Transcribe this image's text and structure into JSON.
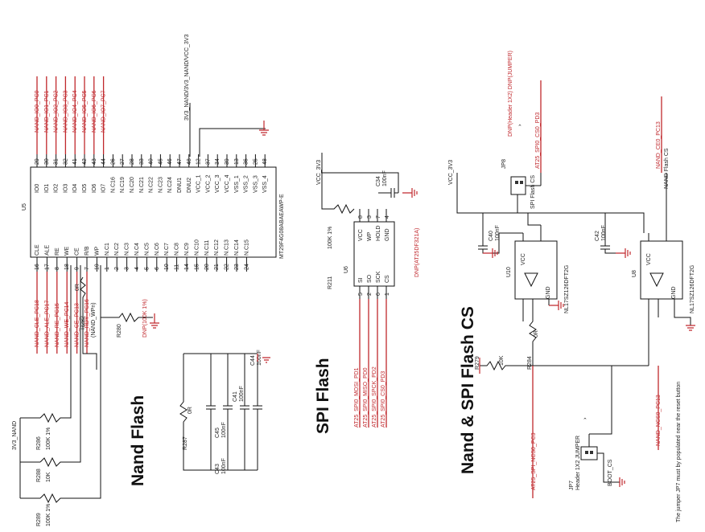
{
  "titles": {
    "nand": "Nand Flash",
    "spi": "SPI Flash",
    "cs": "Nand & SPI Flash CS"
  },
  "u5": {
    "ref": "U5",
    "part": "MT29F4G08ABAEAWP-E",
    "left_pins": [
      "CLE",
      "ALE",
      "RE",
      "WE",
      "CE",
      "R/B",
      "WP",
      "N.C1",
      "N.C2",
      "N.C3",
      "N.C4",
      "N.C5",
      "N.C6",
      "N.C7",
      "N.C8",
      "N.C9",
      "N.C10",
      "N.C11",
      "N.C12",
      "N.C13",
      "N.C14",
      "N.C15"
    ],
    "left_nums": [
      "16",
      "17",
      "8",
      "18",
      "9",
      "7",
      "19",
      "1",
      "2",
      "3",
      "4",
      "5",
      "6",
      "10",
      "11",
      "14",
      "15",
      "20",
      "21",
      "22",
      "23",
      "24"
    ],
    "right_pins": [
      "IO0",
      "IO1",
      "IO2",
      "IO3",
      "IO4",
      "IO5",
      "IO6",
      "IO7",
      "N.C16",
      "N.C19",
      "N.C20",
      "N.C21",
      "N.C22",
      "N.C23",
      "N.C24",
      "DNU1",
      "DNU2",
      "VCC_1",
      "VCC_2",
      "VCC_3",
      "VCC_4",
      "VSS_1",
      "VSS_2",
      "VSS_3",
      "VSS_4"
    ],
    "right_nums": [
      "29",
      "30",
      "31",
      "32",
      "41",
      "42",
      "43",
      "44",
      "26",
      "27",
      "28",
      "33",
      "40",
      "45",
      "46",
      "47",
      "48",
      "12",
      "37",
      "34",
      "39",
      "13",
      "36",
      "25",
      "48"
    ],
    "nets_left": [
      "NAND_CLE_PC18",
      "NAND_ALE_PC17",
      "NAND_RE_PC15",
      "NAND_WE_PC14",
      "NAND_CE_PC13",
      "NAND_RDY_PC16"
    ],
    "nets_right": [
      "NAND_IO0_PC0",
      "NAND_IO1_PC1",
      "NAND_IO2_PC2",
      "NAND_IO3_PC3",
      "NAND_IO4_PC4",
      "NAND_IO5_PC5",
      "NAND_IO6_PC6",
      "NAND_IO7_PC7"
    ],
    "supply": "3V3_NAND/3V3_NAND/VCC_3V3"
  },
  "nand_passives": {
    "r282": "R282",
    "r282_val": "0R",
    "nand_wpn": "(NAND_WPn)",
    "r280": "R280",
    "r280_val": "DNP(100K 1%)",
    "r286": "R286",
    "r286_val": "100K 1%",
    "r288": "R288",
    "r288_val": "10K",
    "r289": "R289",
    "r289_val": "100K 1%",
    "r287": "R287",
    "r287_val": "0R",
    "supply": "3V3_NAND",
    "c43": "C43",
    "c43_val": "100nF",
    "c45": "C45",
    "c45_val": "100nF",
    "c41": "C41",
    "c41_val": "100nF",
    "c44": "C44",
    "c44_val": "100nF"
  },
  "spi": {
    "ref": "U6",
    "part": "DNP(AT25DF321A)",
    "pins_left": [
      "SI",
      "SO",
      "SCK",
      "CS"
    ],
    "pins_right": [
      "VCC",
      "WP",
      "HOLD",
      "GND"
    ],
    "nums_left": [
      "5",
      "2",
      "6",
      "1"
    ],
    "nums_right": [
      "8",
      "3",
      "7",
      "4"
    ],
    "nets": [
      "AT25_SPI0_MOSI_PD1",
      "AT25_SPI0_MISO_PD0",
      "AT25_SPI0_SPCK_PD2",
      "AT25_SPI0_CS0_PD3"
    ],
    "r211": "R211",
    "r211_val": "100K 1%",
    "vcc": "VCC_3V3",
    "c34": "C34",
    "c34_val": "100nF"
  },
  "cs": {
    "vcc": "VCC_3V3",
    "jp8": "JP8",
    "jp8_desc": "DNP(Header 1X2) DNP(JUMPER)",
    "spi_flash_cs": "SPI Flash CS",
    "cs0_net": "AT25_SPI0_CS0_PD3",
    "c40": "C40",
    "c40_val": "100nF",
    "c42": "C42",
    "c42_val": "100nF",
    "u10": "U10",
    "u10_part": "NL17SZ126DFT2G",
    "u8": "U8",
    "u8_part": "NL17SZ126DFT2G",
    "nand_ce_net": "NAND_CE0_PC13",
    "nand_flash_cs": "NAND Flash CS",
    "r284": "R284",
    "r284_val": "0R",
    "r279": "R279",
    "r279_val": "10K",
    "npcs0_net": "AT25_SPI_NCS0_PC3",
    "jp7": "JP7",
    "jp7_desc": "Header 1X2 JUMPER",
    "boot_cs": "BOOT_CS",
    "nand_ncs0_net": "NAND_NCS0_PC13",
    "note": "The jumper JP7 must by populated near the reset button",
    "vcc_pin": "VCC",
    "gnd_pin": "GND"
  }
}
